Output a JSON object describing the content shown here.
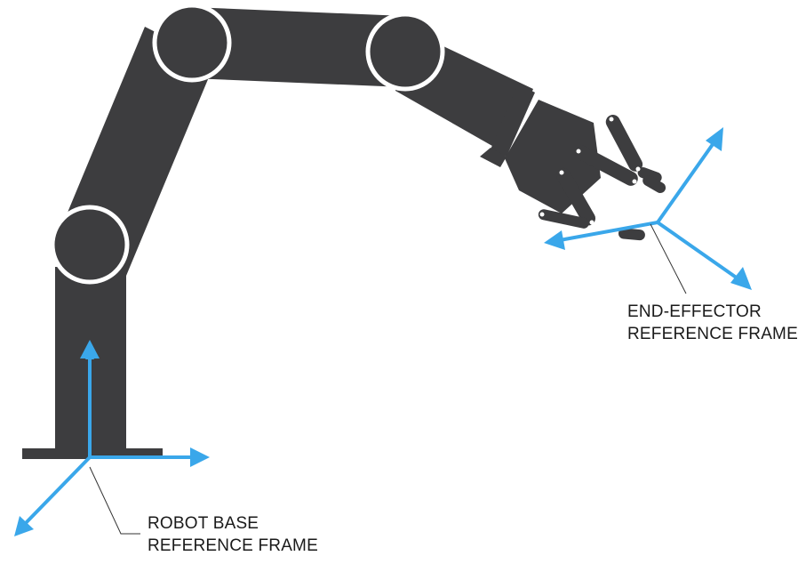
{
  "colors": {
    "robot": "#3d3d3f",
    "joint_outline": "#ffffff",
    "axis": "#3aa7ea",
    "leader_line": "#333333"
  },
  "labels": {
    "end_effector": {
      "line1": "END-EFFECTOR",
      "line2": "REFERENCE FRAME"
    },
    "robot_base": {
      "line1": "ROBOT BASE",
      "line2": "REFERENCE FRAME"
    }
  }
}
